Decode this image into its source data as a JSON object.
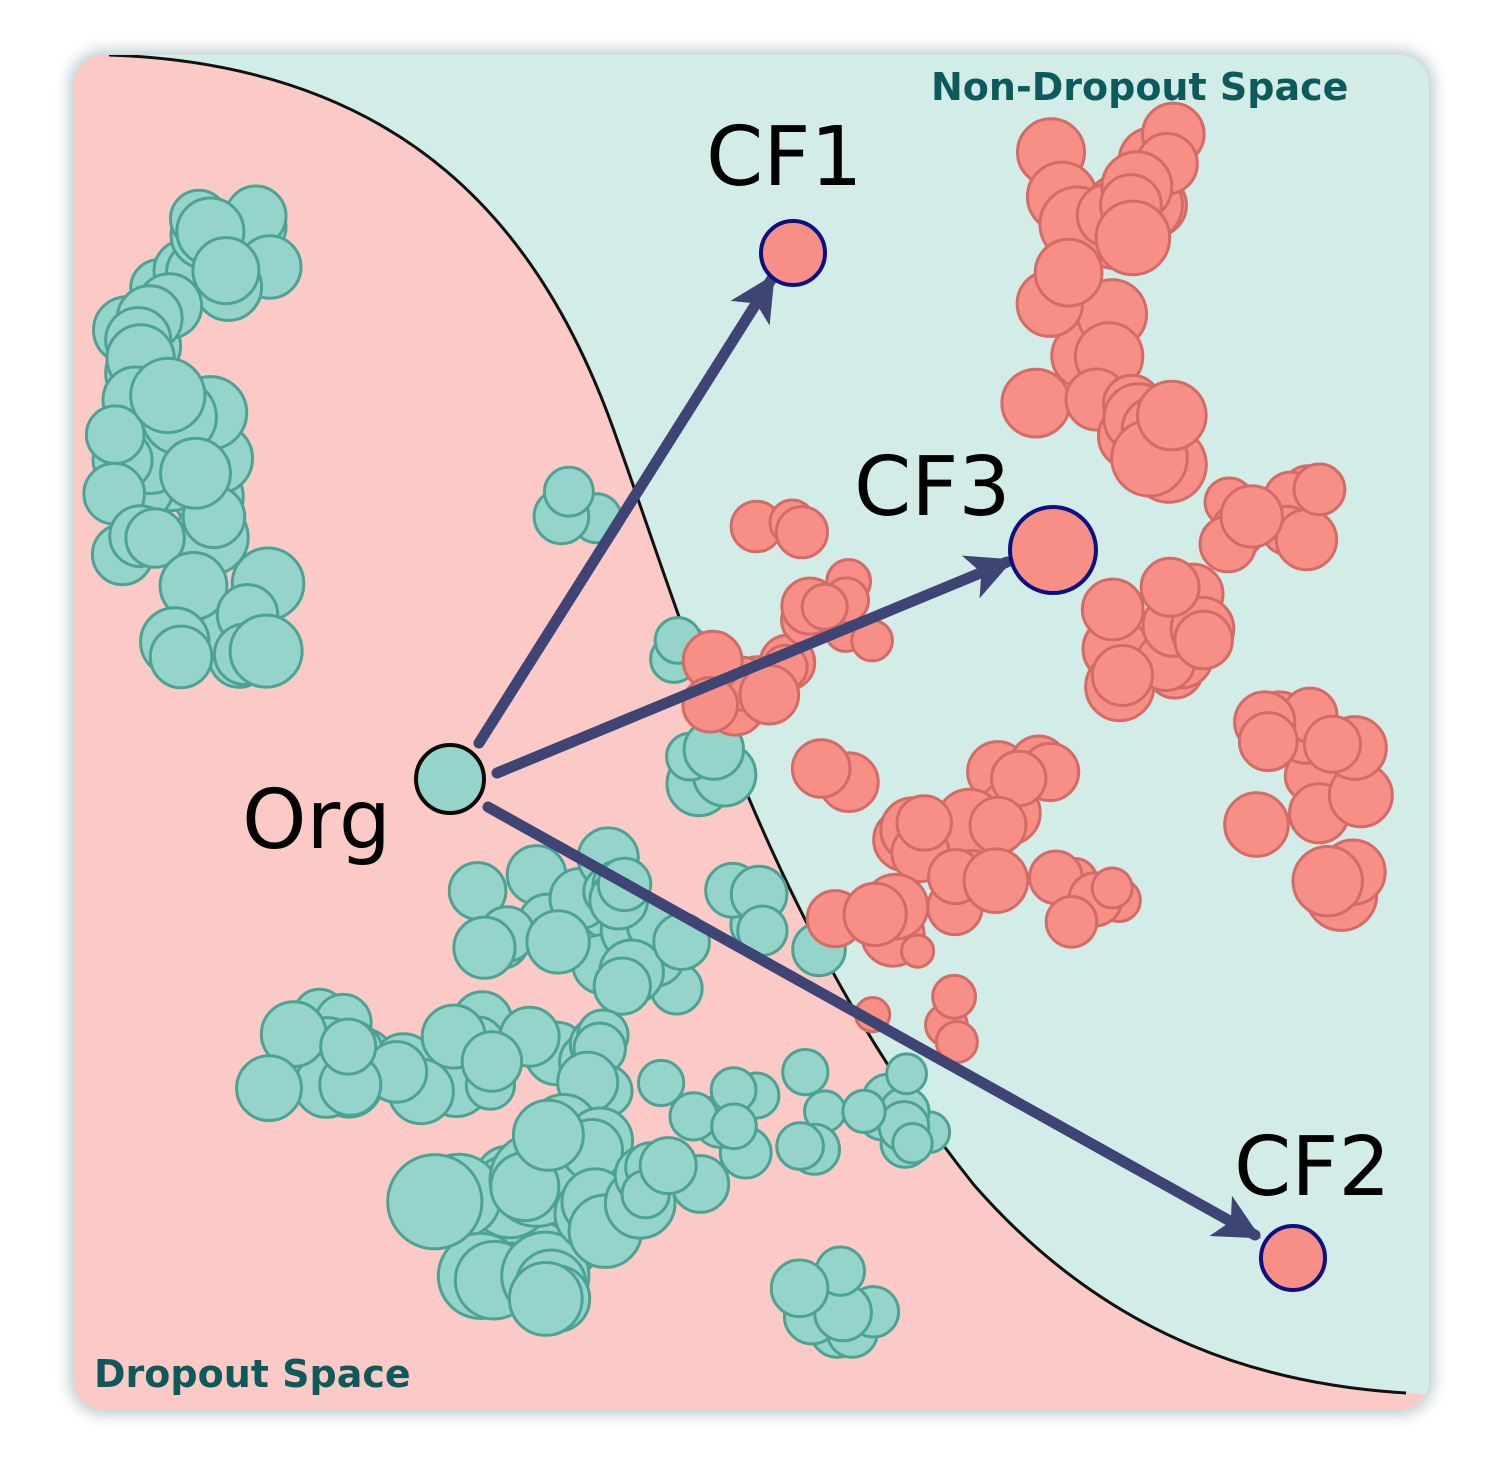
{
  "regions": {
    "dropout": {
      "label": "Dropout Space",
      "fill": "#fbcac6"
    },
    "non_dropout": {
      "label": "Non-Dropout Space",
      "fill": "#d2ece8"
    }
  },
  "labels": {
    "org": "Org",
    "cf1": "CF1",
    "cf2": "CF2",
    "cf3": "CF3"
  },
  "colors": {
    "region_label_text": "#0d5a5c",
    "teal_fill": "#95d4cb",
    "teal_stroke": "#4da393",
    "red_fill": "#f78f86",
    "red_stroke": "#d36b66",
    "counterfactual_stroke": "#0d1080",
    "org_stroke": "#0a0a0a",
    "arrow": "#3e4575",
    "boundary": "#111111"
  }
}
